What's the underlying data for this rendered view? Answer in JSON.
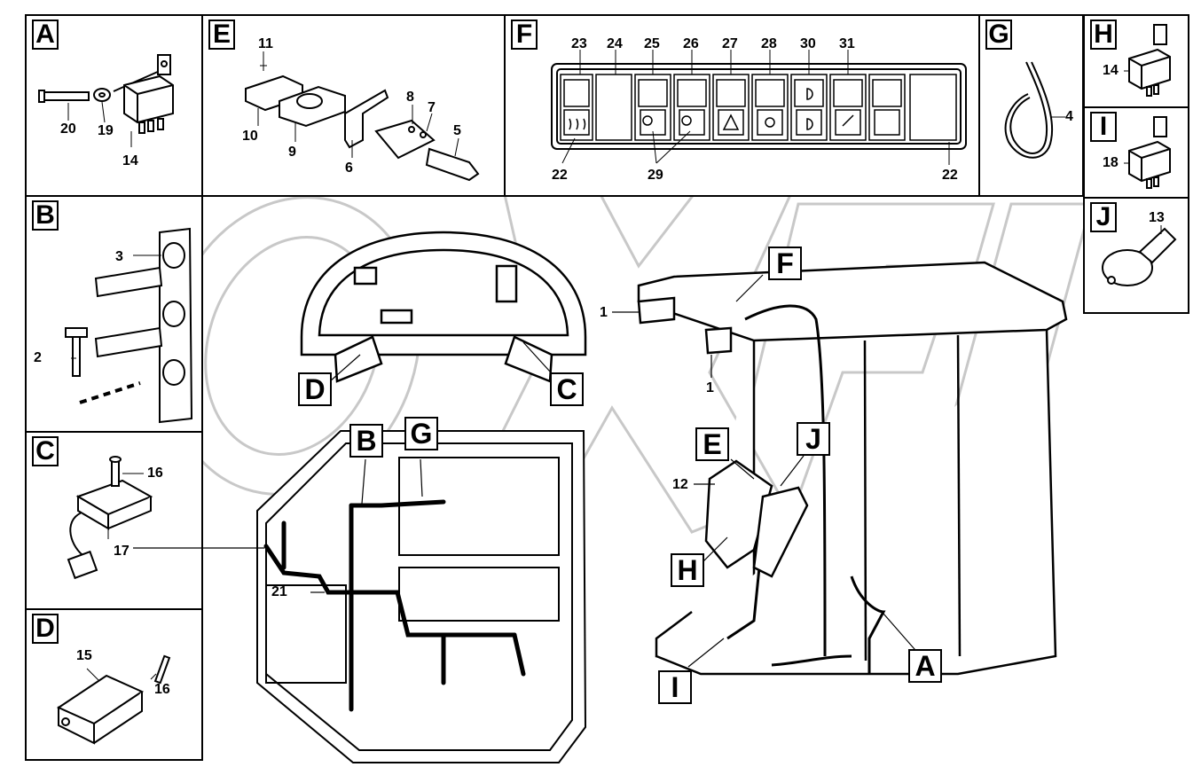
{
  "panels": {
    "A": {
      "label": "A",
      "parts": [
        "20",
        "19",
        "14"
      ]
    },
    "E": {
      "label": "E",
      "parts": [
        "11",
        "10",
        "9",
        "6",
        "8",
        "7",
        "5"
      ]
    },
    "F": {
      "label": "F",
      "top_numbers": [
        "23",
        "24",
        "25",
        "26",
        "27",
        "28",
        "30",
        "31"
      ],
      "bottom_numbers": [
        "22",
        "29",
        "22"
      ]
    },
    "G": {
      "label": "G",
      "parts": [
        "4"
      ]
    },
    "H": {
      "label": "H",
      "parts": [
        "14"
      ]
    },
    "I": {
      "label": "I",
      "parts": [
        "18"
      ]
    },
    "J": {
      "label": "J",
      "parts": [
        "13"
      ]
    },
    "B": {
      "label": "B",
      "parts": [
        "3",
        "2"
      ]
    },
    "C": {
      "label": "C",
      "parts": [
        "16",
        "17"
      ]
    },
    "D": {
      "label": "D",
      "parts": [
        "15",
        "16"
      ]
    }
  },
  "main": {
    "callouts": [
      "D",
      "C",
      "F",
      "B",
      "G",
      "E",
      "J",
      "H",
      "I",
      "A"
    ],
    "numbers": [
      "1",
      "1",
      "12",
      "21"
    ]
  },
  "watermark": {
    "color": "#d0d0d0"
  },
  "colors": {
    "line": "#000000",
    "background": "#ffffff"
  }
}
